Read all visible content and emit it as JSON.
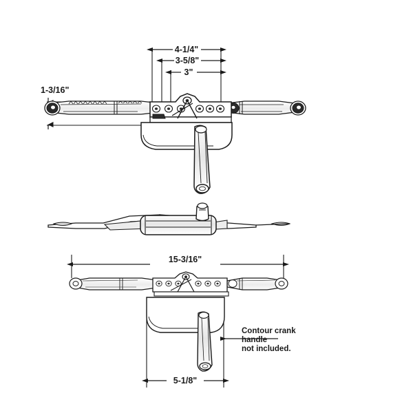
{
  "drawing": {
    "title": "Casement window operator assembly dimensioned drawing",
    "background_color": "#ffffff",
    "line_color": "#1a1a1a",
    "fill_light": "#f2f2f2",
    "fill_mid": "#d9d9d9",
    "fill_dark": "#2b2b2b"
  },
  "views": {
    "top": {
      "name": "top-view",
      "label": ""
    },
    "side": {
      "name": "side-profile-view",
      "label": ""
    },
    "bottom": {
      "name": "bottom-view",
      "label": ""
    }
  },
  "dimensions": {
    "overall_width": "4-1/4\"",
    "mid_width": "3-5/8\"",
    "inner_width": "3\"",
    "height_left": "1-3/16\"",
    "overall_length": "15-3/16\"",
    "body_width": "5-1/8\""
  },
  "annotations": {
    "crank_note_line1": "Contour crank",
    "crank_note_line2": "handle",
    "crank_note_line3": "not included."
  }
}
